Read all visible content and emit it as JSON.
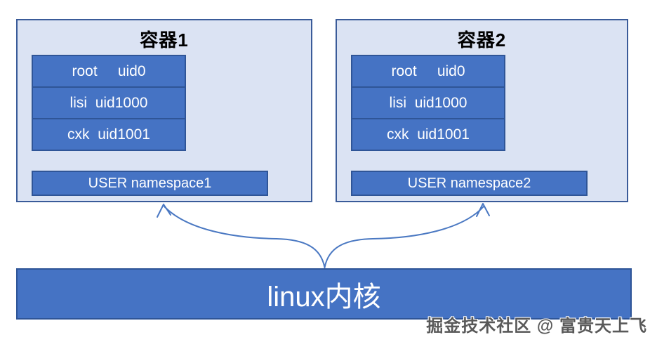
{
  "containers": [
    {
      "title": "容器1",
      "rows": [
        "root     uid0",
        "lisi  uid1000",
        "cxk  uid1001"
      ],
      "namespace": "USER namespace1"
    },
    {
      "title": "容器2",
      "rows": [
        "root     uid0",
        "lisi  uid1000",
        "cxk  uid1001"
      ],
      "namespace": "USER namespace2"
    }
  ],
  "kernel_label": "linux内核",
  "watermark": "掘金技术社区 @ 富贵天上飞",
  "colors": {
    "container_fill": "#dbe3f3",
    "container_border": "#3a5b99",
    "row_fill": "#4573c4",
    "row_border": "#2f5597",
    "kernel_fill": "#4573c4",
    "arrow": "#4a78c2",
    "title_color": "#000000",
    "row_text": "#ffffff",
    "watermark_color": "#595959"
  }
}
